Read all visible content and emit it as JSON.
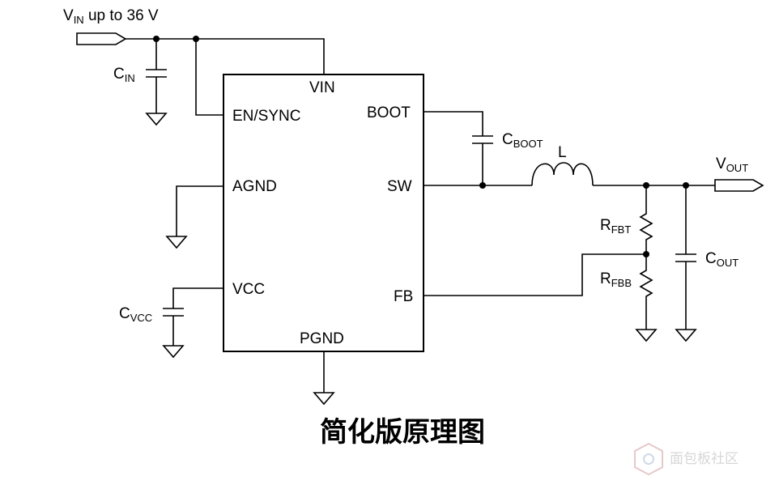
{
  "labels": {
    "vin_main": "V",
    "vin_sub": "IN",
    "vin_suffix": " up to 36 V",
    "cin_main": "C",
    "cin_sub": "IN",
    "cvcc_main": "C",
    "cvcc_sub": "VCC",
    "cboot_main": "C",
    "cboot_sub": "BOOT",
    "inductor": "L",
    "vout_main": "V",
    "vout_sub": "OUT",
    "rfbt_main": "R",
    "rfbt_sub": "FBT",
    "rfbb_main": "R",
    "rfbb_sub": "FBB",
    "cout_main": "C",
    "cout_sub": "OUT"
  },
  "pins": {
    "vin": "VIN",
    "en_sync": "EN/SYNC",
    "agnd": "AGND",
    "vcc": "VCC",
    "pgnd": "PGND",
    "boot": "BOOT",
    "sw": "SW",
    "fb": "FB"
  },
  "caption": "简化版原理图",
  "watermark": {
    "icon": "hexagon-logo-icon",
    "text": "面包板社区"
  }
}
